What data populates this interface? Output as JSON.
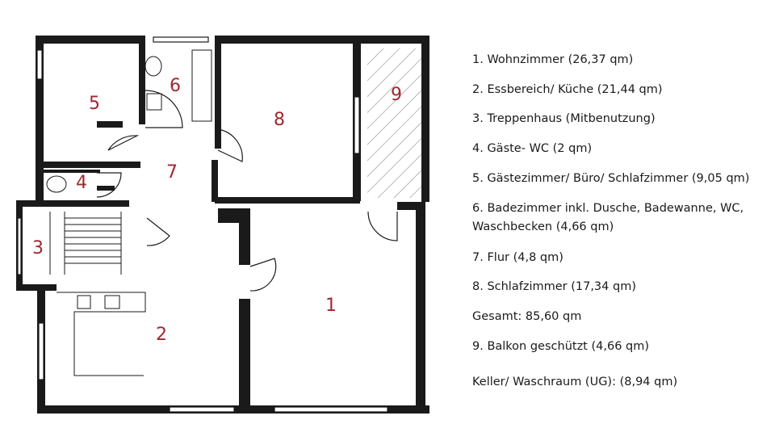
{
  "plan": {
    "rooms": [
      "1",
      "2",
      "3",
      "4",
      "5",
      "6",
      "7",
      "8",
      "9"
    ],
    "colors": {
      "wall": "#1a1a1a",
      "label": "#a0282e",
      "hatch": "#8a8a8a"
    }
  },
  "legend": {
    "items": [
      "1. Wohnzimmer (26,37 qm)",
      "2. Essbereich/ Küche (21,44 qm)",
      "3. Treppenhaus (Mitbenutzung)",
      "4. Gäste- WC (2 qm)",
      "5. Gästezimmer/ Büro/ Schlafzimmer (9,05 qm)",
      "6. Badezimmer inkl. Dusche, Badewanne, WC,",
      "Waschbecken (4,66 qm)",
      "7. Flur (4,8 qm)",
      "8. Schlafzimmer (17,34 qm)",
      "9. Balkon geschützt (4,66 qm)"
    ],
    "total": "Gesamt: 85,60 qm",
    "keller": "Keller/ Waschraum (UG): (8,94 qm)"
  }
}
